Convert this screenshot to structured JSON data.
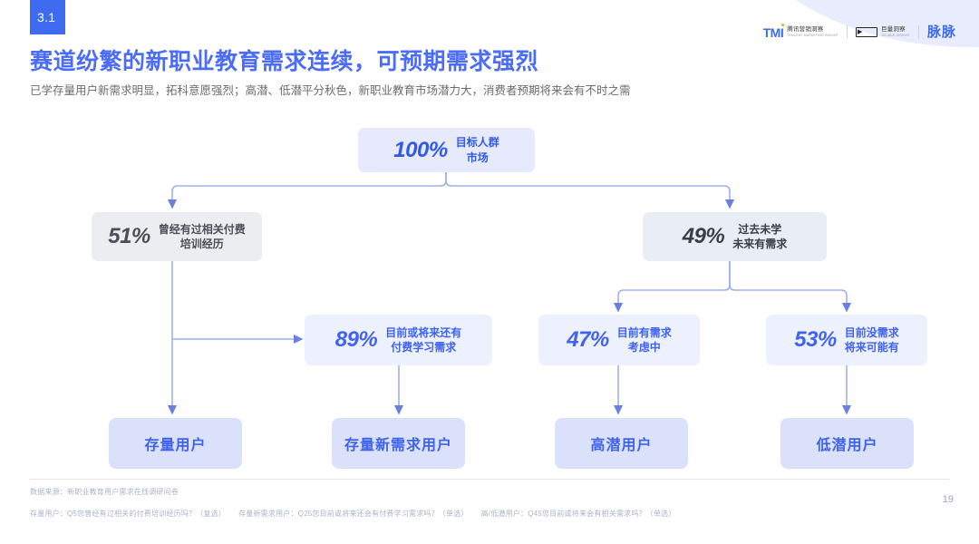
{
  "slide": {
    "section_number": "3.1",
    "title": "赛道纷繁的新职业教育需求连续，可预期需求强烈",
    "subtitle": "已学存量用户新需求明显，拓科意愿强烈；高潜、低潜平分秋色，新职业教育市场潜力大，消费者预期将来会有不时之需",
    "page_number": "19"
  },
  "brand": {
    "tmi_mark": "TMI",
    "tmi_cn": "腾讯营销洞察",
    "tmi_en": "TENCENT MARKETING INSIGHT",
    "jl_mark": "巨量洞察",
    "jl_cn": "巨量洞察",
    "jl_en": "JULIANG INSIGHT",
    "maimai": "脉脉"
  },
  "accents": {
    "brand_blue": "#4a6cf7",
    "chip_blue": "#3e6bf0",
    "node_blue_bg": "#e6eafc",
    "node_lavender_bg": "#edf0fd",
    "node_gray_bg": "#ecedf1",
    "leaf_bg": "#dbe1fa",
    "leaf_text": "#3d63ee",
    "connector": "#9fb0ec",
    "deco_arc": "#e8ecfd"
  },
  "chart_data": {
    "type": "diagram",
    "title": "新职业教育用户需求分流结构",
    "nodes": [
      {
        "id": "root",
        "percent": "100%",
        "label": "目标人群\n市场",
        "label_line1": "目标人群",
        "label_line2": "市场",
        "style": "blue"
      },
      {
        "id": "paid",
        "percent": "51%",
        "label_line1": "曾经有过相关付费",
        "label_line2": "培训经历",
        "style": "gray"
      },
      {
        "id": "unpaid",
        "percent": "49%",
        "label_line1": "过去未学",
        "label_line2": "未来有需求",
        "style": "gray-lavender"
      },
      {
        "id": "newdemand",
        "percent": "89%",
        "label_line1": "目前或将来还有",
        "label_line2": "付费学习需求",
        "style": "lavender"
      },
      {
        "id": "highpot",
        "percent": "47%",
        "label_line1": "目前有需求",
        "label_line2": "考虑中",
        "style": "lavender"
      },
      {
        "id": "lowpot",
        "percent": "53%",
        "label_line1": "目前没需求",
        "label_line2": "将来可能有",
        "style": "lavender"
      }
    ],
    "leaves": [
      {
        "id": "leaf1",
        "label": "存量用户"
      },
      {
        "id": "leaf2",
        "label": "存量新需求用户"
      },
      {
        "id": "leaf3",
        "label": "高潜用户"
      },
      {
        "id": "leaf4",
        "label": "低潜用户"
      }
    ],
    "edges": [
      {
        "from": "root",
        "to": "paid"
      },
      {
        "from": "root",
        "to": "unpaid"
      },
      {
        "from": "paid",
        "to": "newdemand"
      },
      {
        "from": "paid",
        "to": "leaf1"
      },
      {
        "from": "newdemand",
        "to": "leaf2"
      },
      {
        "from": "unpaid",
        "to": "highpot"
      },
      {
        "from": "unpaid",
        "to": "lowpot"
      },
      {
        "from": "highpot",
        "to": "leaf3"
      },
      {
        "from": "lowpot",
        "to": "leaf4"
      }
    ]
  },
  "footer": {
    "source": "数据来源：新职业教育用户需求在线调研问卷",
    "note1": "存量用户：Q5您曾经有过相关的付费培训经历吗？（复选）",
    "note2": "存量新需求用户：Q25您目前或将来还会有付费学习需求吗？（单选）",
    "note3": "高/低潜用户：Q45您目前或将来会有相关需求吗？（单选）"
  }
}
